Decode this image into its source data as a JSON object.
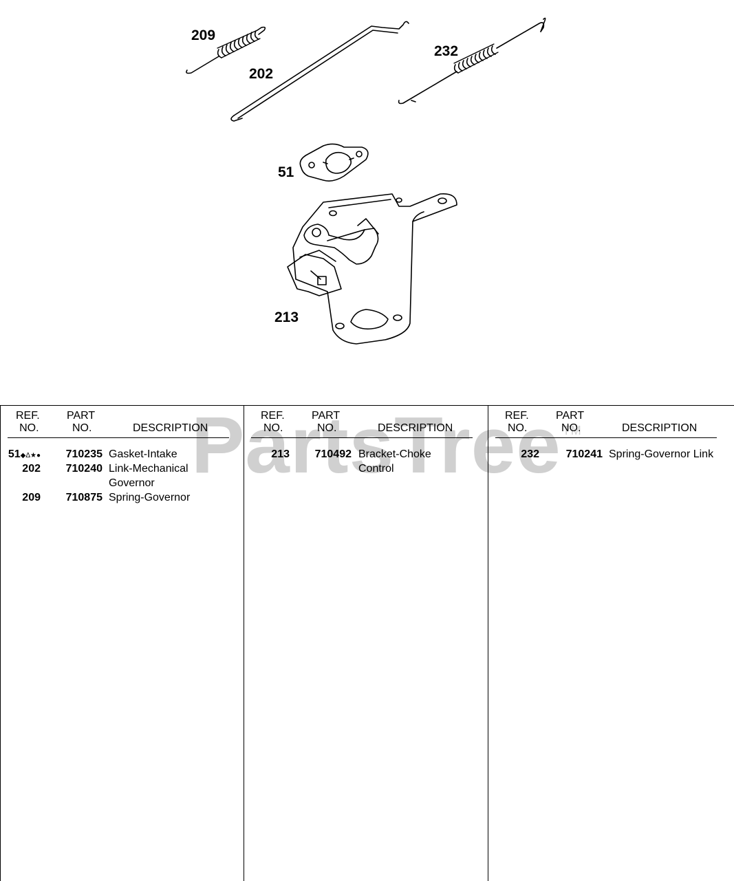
{
  "callouts": {
    "c209": "209",
    "c202": "202",
    "c232": "232",
    "c51": "51",
    "c213": "213"
  },
  "watermark": {
    "text": "PartsTree",
    "tm": "TM"
  },
  "table": {
    "headers": {
      "ref_l1": "REF.",
      "ref_l2": "NO.",
      "part_l1": "PART",
      "part_l2": "NO.",
      "desc": "DESCRIPTION"
    },
    "columns": [
      {
        "rows": [
          {
            "ref": "51",
            "symbols": "◆Δ★●",
            "part": "710235",
            "desc": "Gasket-Intake"
          },
          {
            "ref": "202",
            "symbols": "",
            "part": "710240",
            "desc": "Link-Mechanical Governor"
          },
          {
            "ref": "209",
            "symbols": "",
            "part": "710875",
            "desc": "Spring-Governor"
          }
        ]
      },
      {
        "rows": [
          {
            "ref": "213",
            "symbols": "",
            "part": "710492",
            "desc": "Bracket-Choke Control"
          }
        ]
      },
      {
        "rows": [
          {
            "ref": "232",
            "symbols": "",
            "part": "710241",
            "desc": "Spring-Governor Link"
          }
        ]
      }
    ]
  }
}
